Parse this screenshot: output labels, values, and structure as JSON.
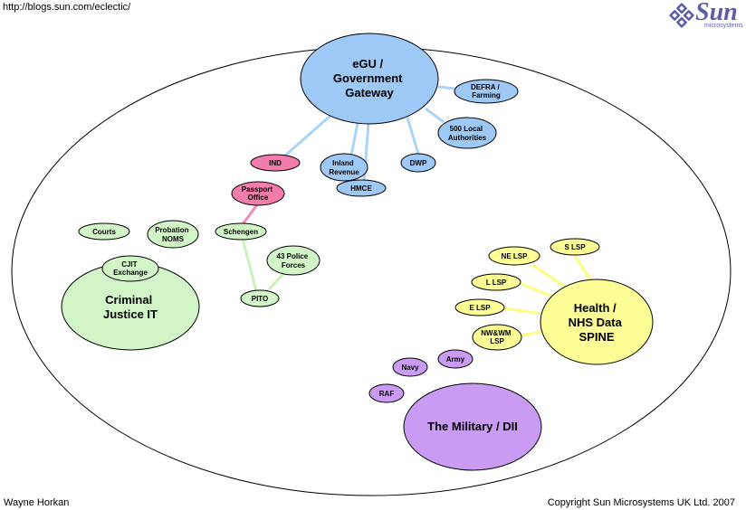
{
  "header": {
    "url": "http://blogs.sun.com/eclectic/"
  },
  "logo": {
    "wordmark": "Sun",
    "subtitle": "microsystems",
    "icon": "sun-diamond-logo",
    "color": "#5a5fa8"
  },
  "footer": {
    "author": "Wayne Horkan",
    "copyright": "Copyright Sun Microsystems UK Ltd. 2007"
  },
  "colors": {
    "blue": "#9ec8f5",
    "pink": "#f27dad",
    "green": "#d2f5c8",
    "yellow": "#fdfd96",
    "purple": "#c99bf2",
    "blue_line": "#a9d4f6",
    "pink_line": "#f28cb6",
    "green_line": "#c9f0bd",
    "yellow_line": "#fdfd80"
  },
  "hubs": {
    "egu": {
      "lines": [
        "eGU /",
        "Government",
        "Gateway"
      ]
    },
    "cjit": {
      "lines": [
        "Criminal",
        "Justice IT"
      ]
    },
    "nhs": {
      "lines": [
        "Health /",
        "NHS Data",
        "SPINE"
      ]
    },
    "military": {
      "lines": [
        "The Military / DII"
      ]
    }
  },
  "nodes": {
    "defra": [
      "DEFRA /",
      "Farming"
    ],
    "local_auth": [
      "500 Local",
      "Authorities"
    ],
    "dwp": [
      "DWP"
    ],
    "inland_revenue": [
      "Inland",
      "Revenue"
    ],
    "hmce": [
      "HMCE"
    ],
    "ind": [
      "IND"
    ],
    "passport": [
      "Passport",
      "Office"
    ],
    "schengen": [
      "Schengen"
    ],
    "courts": [
      "Courts"
    ],
    "probation": [
      "Probation",
      "NOMS"
    ],
    "cjit_exchange": [
      "CJIT",
      "Exchange"
    ],
    "police": [
      "43 Police",
      "Forces"
    ],
    "pito": [
      "PITO"
    ],
    "ne_lsp": [
      "NE LSP"
    ],
    "s_lsp": [
      "S LSP"
    ],
    "l_lsp": [
      "L LSP"
    ],
    "e_lsp": [
      "E LSP"
    ],
    "nwwm_lsp": [
      "NW&WM",
      "LSP"
    ],
    "army": [
      "Army"
    ],
    "navy": [
      "Navy"
    ],
    "raf": [
      "RAF"
    ]
  }
}
